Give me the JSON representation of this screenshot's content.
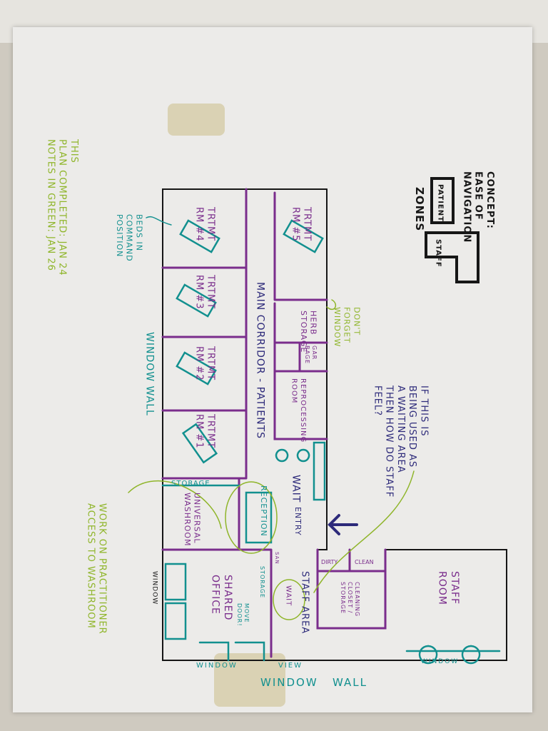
{
  "concept": {
    "title": "CONCEPT:\nEASE OF\nNAVIGATION",
    "patient_zone": "PATIENT",
    "staff_zone": "STAFF",
    "zones": "ZONES"
  },
  "rooms": {
    "trtmt5": "TRTMT\nRM #5",
    "trtmt4": "TRTMT\nRM #4",
    "trtmt3": "TRTMT\nRM #3",
    "trtmt2": "TRTMT\nRM #2",
    "trtmt1": "TRTMT\nRM #1",
    "corridor": "MAIN CORRIDOR - PATIENTS",
    "herb": "HERB\nSTORAGE",
    "garbage": "GAR\nBAGE",
    "reprocessing": "REPROCESSING\nROOM",
    "wait": "WAIT",
    "reception": "RECEPTION",
    "entry": "ENTRY",
    "storage_top": "STORAGE",
    "washroom": "UNIVERSAL\nWASHROOM",
    "dirty": "DIRTY",
    "clean": "CLEAN",
    "cleaning_closet": "CLEANING\nCLOSET /\nSTORAGE",
    "staff_area": "STAFF AREA",
    "staff_wait": "WAIT",
    "san": "SAN",
    "storage_office": "STORAGE",
    "shared_office": "SHARED\nOFFICE",
    "staff_room": "STAFF\nROOM"
  },
  "labels": {
    "window_wall_side": "WINDOW WALL",
    "window_left": "WINDOW",
    "window_bottom_office": "WINDOW",
    "view": "VIEW",
    "window_staff": "WINDOW",
    "window_wall_bottom": "WINDOW   WALL",
    "move_door": "MOVE\nDOOR!",
    "beds": "BEDS IN\nCOMMAND\nPOSITION"
  },
  "notes": {
    "completed": "THIS\nPLAN COMPLETED: JAN 24\nNOTES IN GREEN: JAN 26",
    "window": "DON'T\nFORGET\nWINDOW",
    "waiting": "IF THIS IS\nBEING USED AS\nA WAITING AREA\nTHEN HOW DO STAFF\nFEEL?",
    "washroom": "WORK ON PRACTITIONER\nACCESS TO WASHROOM"
  },
  "colors": {
    "black": "#161616",
    "purple": "#7a2d8c",
    "teal": "#12908f",
    "green": "#8fb52a",
    "navy": "#2d2a7a"
  }
}
